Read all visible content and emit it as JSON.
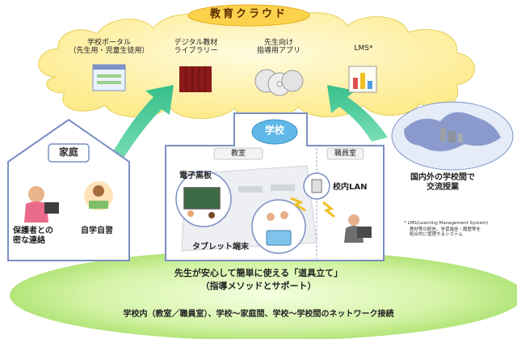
{
  "cloud": {
    "title": "教育クラウド",
    "items": [
      {
        "label": "学校ポータル\n（先生用・児童生徒用）",
        "icon": "portal-window-icon"
      },
      {
        "label": "デジタル教材\nライブラリー",
        "icon": "book-library-icon"
      },
      {
        "label": "先生向け\n指導用アプリ",
        "icon": "disc-app-icon"
      },
      {
        "label": "LMS*",
        "icon": "lms-chart-icon"
      }
    ]
  },
  "home": {
    "title": "家庭",
    "items": [
      "保護者との\n密な連絡",
      "自学自習"
    ]
  },
  "school": {
    "title": "学校",
    "classroom": "教室",
    "staffroom": "職員室",
    "blackboard": "電子黒板",
    "tablet": "タブレット端末",
    "lan": "校内LAN"
  },
  "global": {
    "label": "国内外の学校間で\n交流授業"
  },
  "lms_note": {
    "title": "* LMS(Learning Management System)",
    "body": "教材等の配信、学習進捗・履歴等を\n統合的に管理するシステム"
  },
  "bottom": {
    "line1": "先生が安心して簡単に使える「道具立て」",
    "line2": "（指導メソッドとサポート）",
    "line3": "学校内（教室／職員室）、学校～家庭間、学校～学校間のネットワーク接続"
  },
  "colors": {
    "cloud_fill": "#fff3a8",
    "arrow": "#5fd0a8",
    "base_ellipse": "#c9ef9a",
    "house_border": "#7b8fc4",
    "school_badge": "#5fb8e8"
  }
}
